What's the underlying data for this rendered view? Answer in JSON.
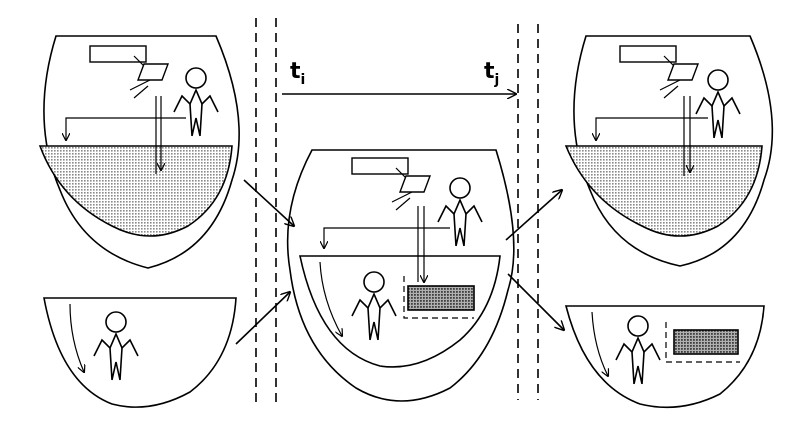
{
  "labels": {
    "t_i": {
      "main": "t",
      "sub": "i"
    },
    "t_j": {
      "main": "t",
      "sub": "j"
    }
  },
  "colors": {
    "line": "#000000",
    "hatch": "#9a9a9a",
    "dark_hatch": "#555555",
    "background": "#ffffff"
  }
}
